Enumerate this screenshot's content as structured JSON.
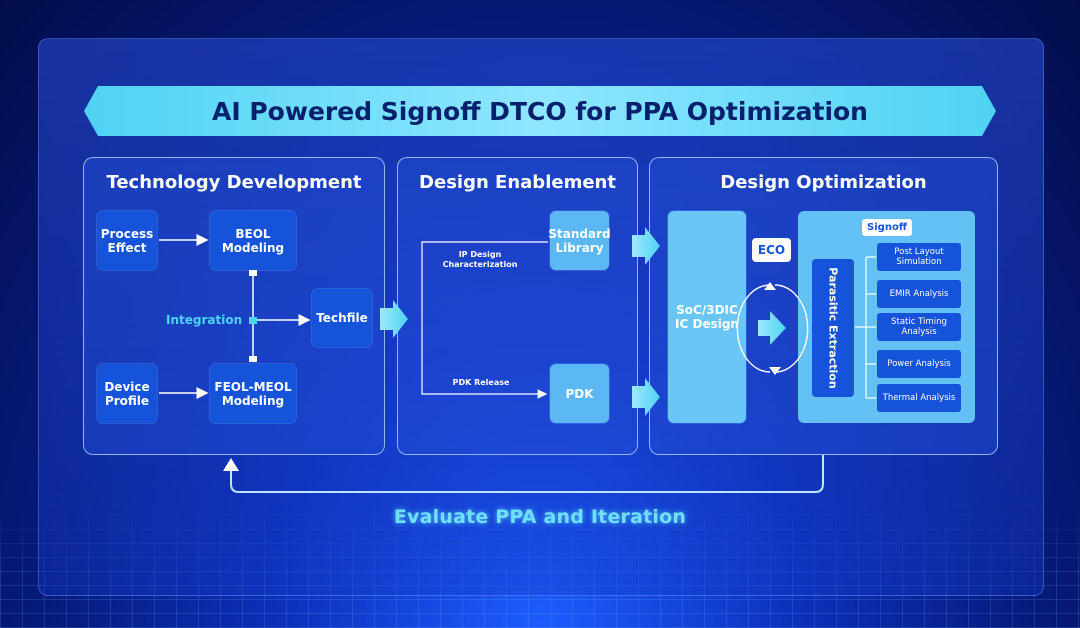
{
  "title": "AI Powered Signoff DTCO for PPA Optimization",
  "panels": {
    "tech": {
      "title": "Technology Development",
      "process_effect": "Process Effect",
      "beol_modeling": "BEOL Modeling",
      "integration": "Integration",
      "techfile": "Techfile",
      "device_profile": "Device Profile",
      "feol_meol_modeling": "FEOL-MEOL Modeling"
    },
    "enable": {
      "title": "Design Enablement",
      "ip_design_characterization": "IP Design Characterization",
      "standard_library": "Standard Library",
      "pdk_release": "PDK Release",
      "pdk": "PDK"
    },
    "opt": {
      "title": "Design Optimization",
      "soc_design": "SoC/3DIC IC Design",
      "eco": "ECO",
      "parasitic_extraction": "Parasitic Extraction",
      "signoff": "Signoff",
      "items": [
        "Post Layout Simulation",
        "EMIR Analysis",
        "Static Timing Analysis",
        "Power Analysis",
        "Thermal Analysis"
      ]
    }
  },
  "feedback": "Evaluate PPA and Iteration",
  "colors": {
    "accent": "#4fd3f3",
    "box_dark": "#1553db",
    "box_light": "#5cb8f5",
    "feedback_text": "#6fe0ff"
  }
}
